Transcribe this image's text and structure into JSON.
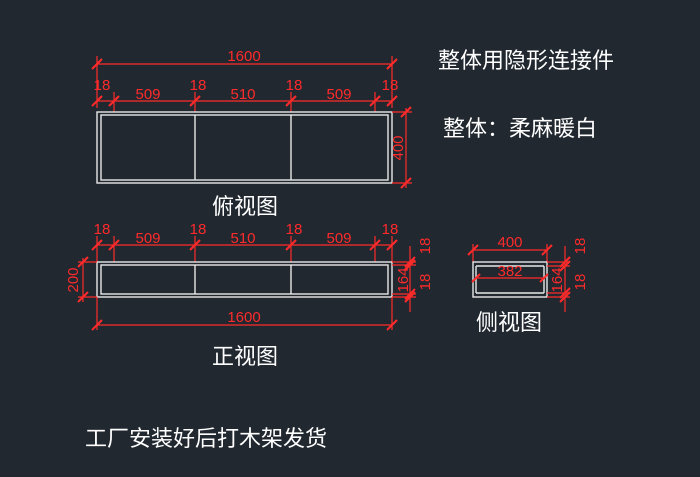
{
  "notes": {
    "connector": "整体用隐形连接件",
    "color": "整体：柔麻暖白",
    "shipping": "工厂安装好后打木架发货"
  },
  "views": {
    "top": {
      "caption": "俯视图",
      "overall_width": "1600",
      "depth": "400",
      "panel": [
        "18",
        "18",
        "18",
        "18"
      ],
      "bays": [
        "509",
        "510",
        "509"
      ]
    },
    "front": {
      "caption": "正视图",
      "overall_width": "1600",
      "height": "200",
      "panel": [
        "18",
        "18",
        "18",
        "18"
      ],
      "bays": [
        "509",
        "510",
        "509"
      ],
      "inner_height": "164",
      "top_board": "18",
      "bottom_board": "18"
    },
    "side": {
      "caption": "侧视图",
      "outer_depth": "400",
      "inner_depth": "382",
      "inner_height": "164",
      "top_board": "18",
      "bottom_board": "18"
    }
  },
  "colors": {
    "background": "#212830",
    "dimension": "#ff2a2a",
    "outline": "#e8e8e8",
    "text": "#ffffff"
  }
}
